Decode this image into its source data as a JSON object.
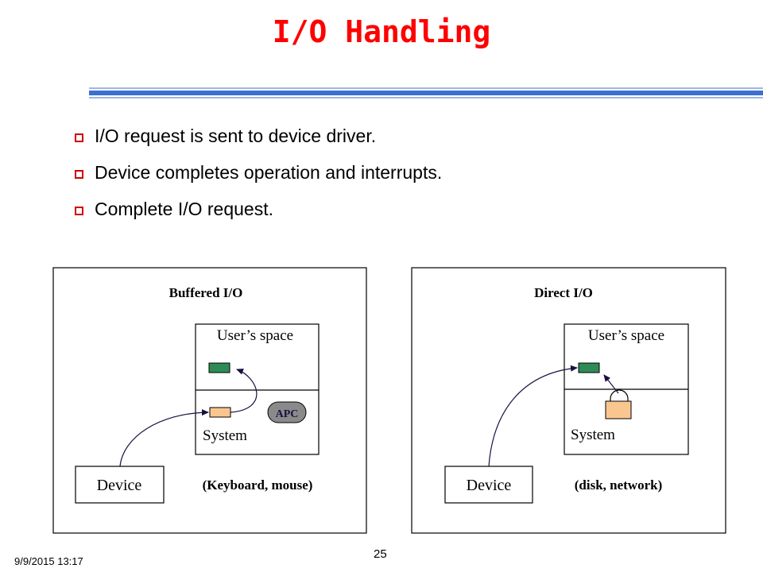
{
  "slide": {
    "title": "I/O Handling",
    "bullets": [
      "I/O request is sent to device driver.",
      "Device completes operation and interrupts.",
      "Complete I/O request."
    ]
  },
  "diagrams": {
    "buffered": {
      "heading": "Buffered I/O",
      "users_space": "User’s space",
      "system": "System",
      "apc": "APC",
      "device": "Device",
      "note": "(Keyboard, mouse)"
    },
    "direct": {
      "heading": "Direct I/O",
      "users_space": "User’s space",
      "system": "System",
      "device": "Device",
      "note": "(disk, network)"
    }
  },
  "footer": {
    "date": "9/9/2015   13:17",
    "page": "25"
  },
  "colors": {
    "title": "#ff0000",
    "rule_blue": "#3c6fd1",
    "user_buffer": "#2e8b57",
    "system_buffer": "#f9c690",
    "apc_fill": "#8a8a8a",
    "bullet_box": "#d00000"
  }
}
